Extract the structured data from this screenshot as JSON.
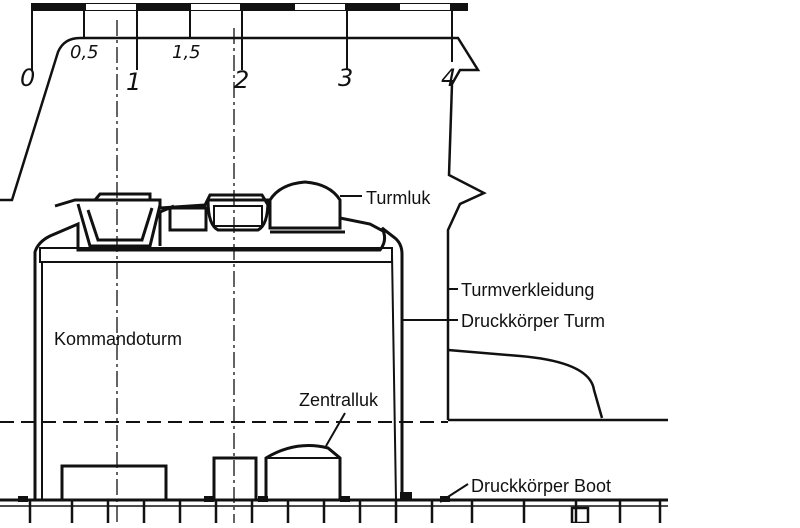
{
  "scale": {
    "numbers": [
      "0",
      "0,5",
      "1",
      "1,5",
      "2",
      "3",
      "4"
    ]
  },
  "labels": {
    "turmluk": "Turmluk",
    "turmverkleidung": "Turmverkleidung",
    "druckkoerper_turm": "Druckkörper Turm",
    "kommandoturm": "Kommandoturm",
    "zentralluk": "Zentralluk",
    "druckkoerper_boot": "Druckkörper Boot"
  },
  "colors": {
    "ink": "#111111",
    "paper": "#ffffff"
  }
}
